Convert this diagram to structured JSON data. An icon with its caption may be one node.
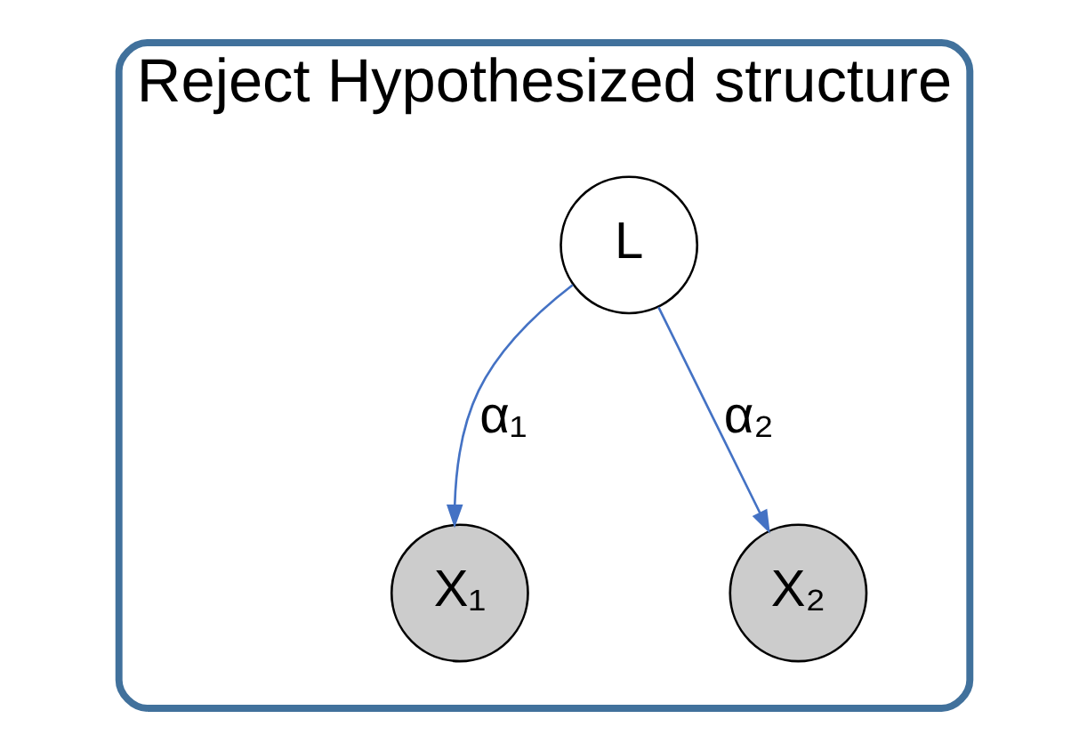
{
  "diagram": {
    "nodes": [
      {
        "text": [
          "Reject Hypothesized structure"
        ]
      },
      {
        "text": [
          "L"
        ],
        "in": 0
      },
      {
        "text": [
          "X₁"
        ],
        "in": 0
      },
      {
        "text": [
          "X₂"
        ],
        "in": 0
      }
    ],
    "edges": [
      {
        "from": 1,
        "to": 2,
        "arrow": "to",
        "label": "α₁"
      },
      {
        "from": 1,
        "to": 3,
        "arrow": "to",
        "label": "α₂"
      }
    ]
  }
}
